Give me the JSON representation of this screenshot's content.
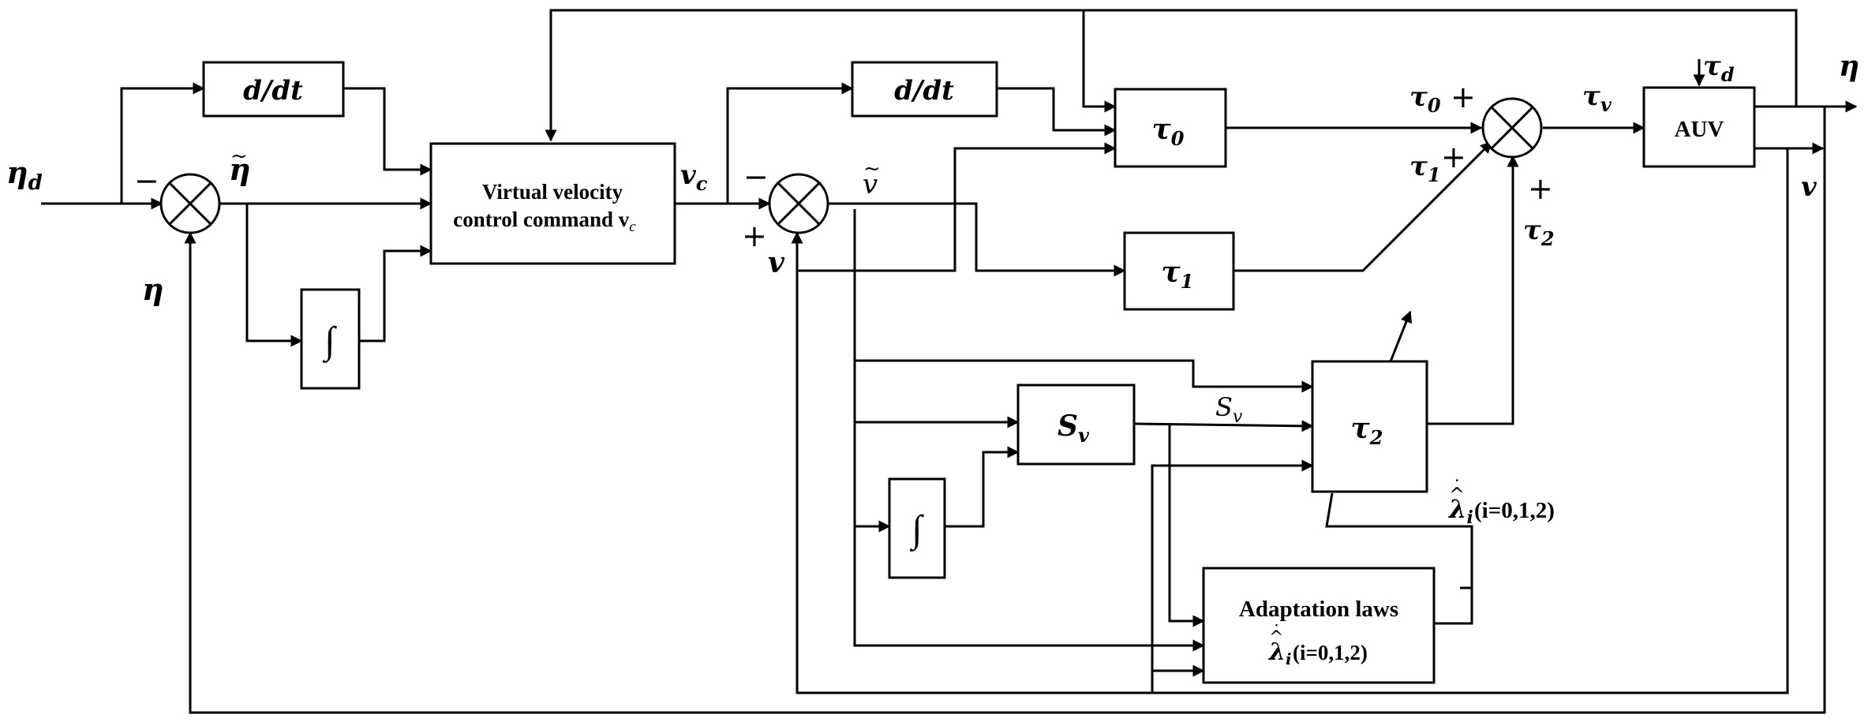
{
  "blocks": {
    "deriv_outer": "d/dt",
    "integral_outer": "∫",
    "virtual_velocity_line1": "Virtual velocity",
    "virtual_velocity_line2": "control command v",
    "virtual_velocity_sub": "c",
    "deriv_inner": "d/dt",
    "tau0": "τ",
    "tau0_sub": "0",
    "tau1": "τ",
    "tau1_sub": "1",
    "s_v": "S",
    "s_v_sub": "v",
    "integral_inner": "∫",
    "tau2": "τ",
    "tau2_sub": "2",
    "adaptation_line1": "Adaptation laws",
    "adaptation_line2": "(i=0,1,2)",
    "auv": "AUV"
  },
  "signals": {
    "eta_d": "η",
    "eta_d_sub": "d",
    "eta_tilde": "η",
    "eta_feedback": "η",
    "v_c": "v",
    "v_c_sub": "c",
    "nu_tilde": "v",
    "nu_feedback": "v",
    "tau0_in": "τ",
    "tau0_in_sub": "0",
    "tau1_in": "τ",
    "tau1_in_sub": "1",
    "tau2_in": "τ",
    "tau2_in_sub": "2",
    "tau_v": "τ",
    "tau_v_sub": "v",
    "tau_d": "τ",
    "tau_d_sub": "d",
    "eta_out": "η",
    "nu_out": "v",
    "s_v_line": "S",
    "s_v_line_sub": "v",
    "lambda_hat_dot": "λ",
    "lambda_hat_dot_sub": "i",
    "lambda_range": "(i=0,1,2)"
  },
  "signs": {
    "sum1_minus": "−",
    "sum2_minus": "−",
    "sum2_plus": "+",
    "sum3_plus_tau0": "+",
    "sum3_plus_tau1": "+",
    "sum3_plus_tau2": "+"
  }
}
